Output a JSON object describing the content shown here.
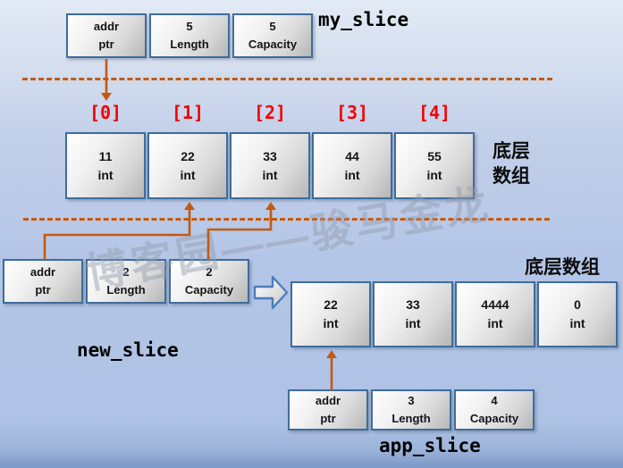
{
  "watermark": "博客园——骏马金龙",
  "colors": {
    "accent_orange": "#c45911",
    "index_red": "#f40000",
    "cell_border_blue": "#3e6d9c"
  },
  "my_slice": {
    "label": "my_slice",
    "cells": [
      {
        "value": "addr",
        "label": "ptr"
      },
      {
        "value": "5",
        "label": "Length"
      },
      {
        "value": "5",
        "label": "Capacity"
      }
    ]
  },
  "underlying_array": {
    "label_line1": "底层",
    "label_line2": "数组",
    "indexes": [
      "[0]",
      "[1]",
      "[2]",
      "[3]",
      "[4]"
    ],
    "cells": [
      {
        "value": "11",
        "type": "int"
      },
      {
        "value": "22",
        "type": "int"
      },
      {
        "value": "33",
        "type": "int"
      },
      {
        "value": "44",
        "type": "int"
      },
      {
        "value": "55",
        "type": "int"
      }
    ]
  },
  "new_slice": {
    "label": "new_slice",
    "cells": [
      {
        "value": "addr",
        "label": "ptr"
      },
      {
        "value": "2",
        "label": "Length"
      },
      {
        "value": "2",
        "label": "Capacity"
      }
    ]
  },
  "new_array": {
    "label": "底层数组",
    "cells": [
      {
        "value": "22",
        "type": "int"
      },
      {
        "value": "33",
        "type": "int"
      },
      {
        "value": "4444",
        "type": "int"
      },
      {
        "value": "0",
        "type": "int"
      }
    ]
  },
  "app_slice": {
    "label": "app_slice",
    "cells": [
      {
        "value": "addr",
        "label": "ptr"
      },
      {
        "value": "3",
        "label": "Length"
      },
      {
        "value": "4",
        "label": "Capacity"
      }
    ]
  }
}
